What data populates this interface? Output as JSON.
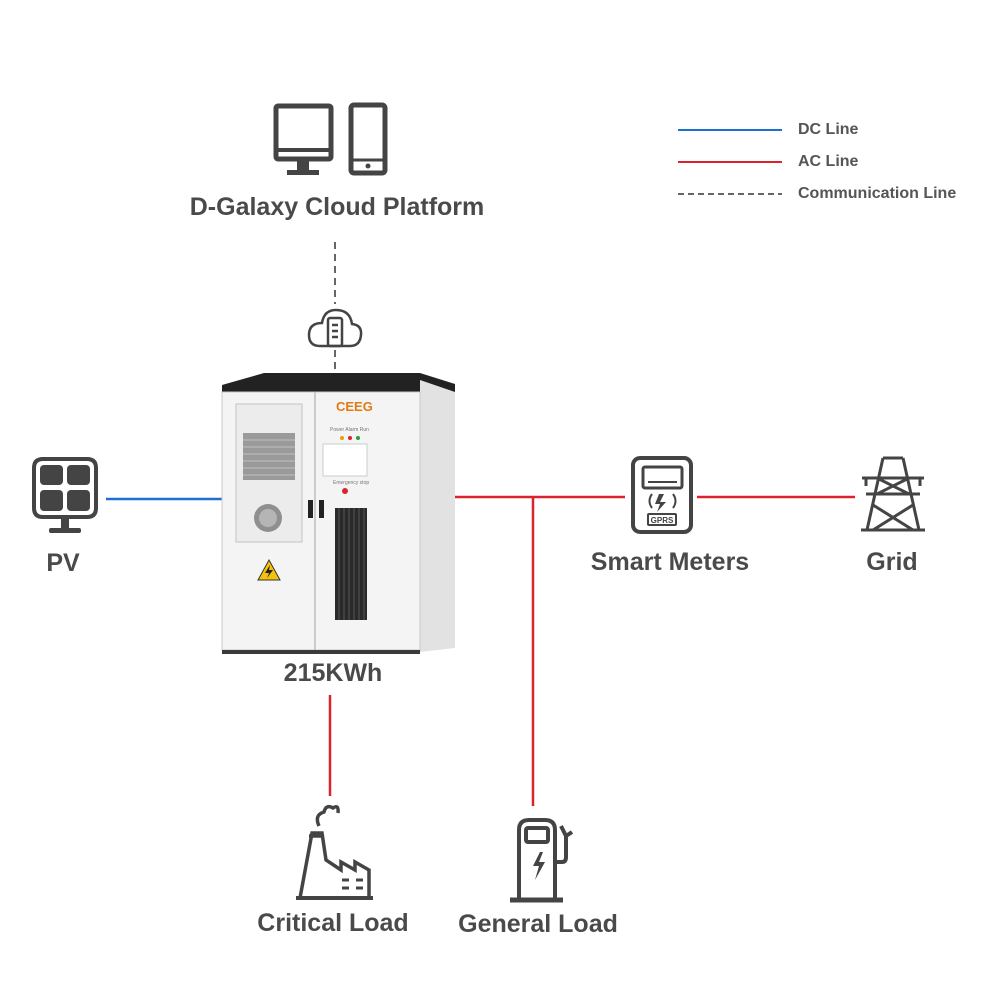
{
  "legend": {
    "dc_line": "DC Line",
    "ac_line": "AC Line",
    "comm_line": "Communication Line"
  },
  "nodes": {
    "cloud_platform": "D-Galaxy Cloud Platform",
    "pv": "PV",
    "storage": "215KWh",
    "smart_meters": "Smart Meters",
    "grid": "Grid",
    "critical_load": "Critical Load",
    "general_load": "General Load"
  },
  "cabinet": {
    "brand": "CEEG",
    "panel_text": "Power Alarm Run",
    "stop_text": "Emergency stop"
  },
  "meter": {
    "badge": "GPRS"
  },
  "colors": {
    "dc_line": "#1f6fd1",
    "ac_line": "#d9232d",
    "comm_line": "#666666",
    "icon": "#444444"
  },
  "icons": [
    "monitor-icon",
    "phone-icon",
    "cloud-router-icon",
    "solar-panel-icon",
    "smart-meter-icon",
    "transmission-tower-icon",
    "factory-icon",
    "charging-station-icon",
    "high-voltage-warning-icon"
  ]
}
